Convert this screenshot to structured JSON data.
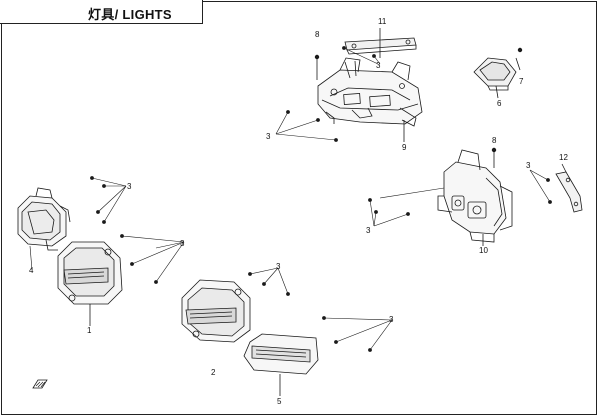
{
  "header": {
    "title": "灯具/ LIGHTS"
  },
  "callouts": {
    "c1": "1",
    "c2": "2",
    "c3": "3",
    "c4": "4",
    "c5": "5",
    "c6": "6",
    "c7": "7",
    "c8": "8",
    "c9": "9",
    "c10": "10",
    "c11": "11",
    "c12": "12"
  },
  "colors": {
    "line": "#1a1a1a",
    "background": "#ffffff"
  }
}
